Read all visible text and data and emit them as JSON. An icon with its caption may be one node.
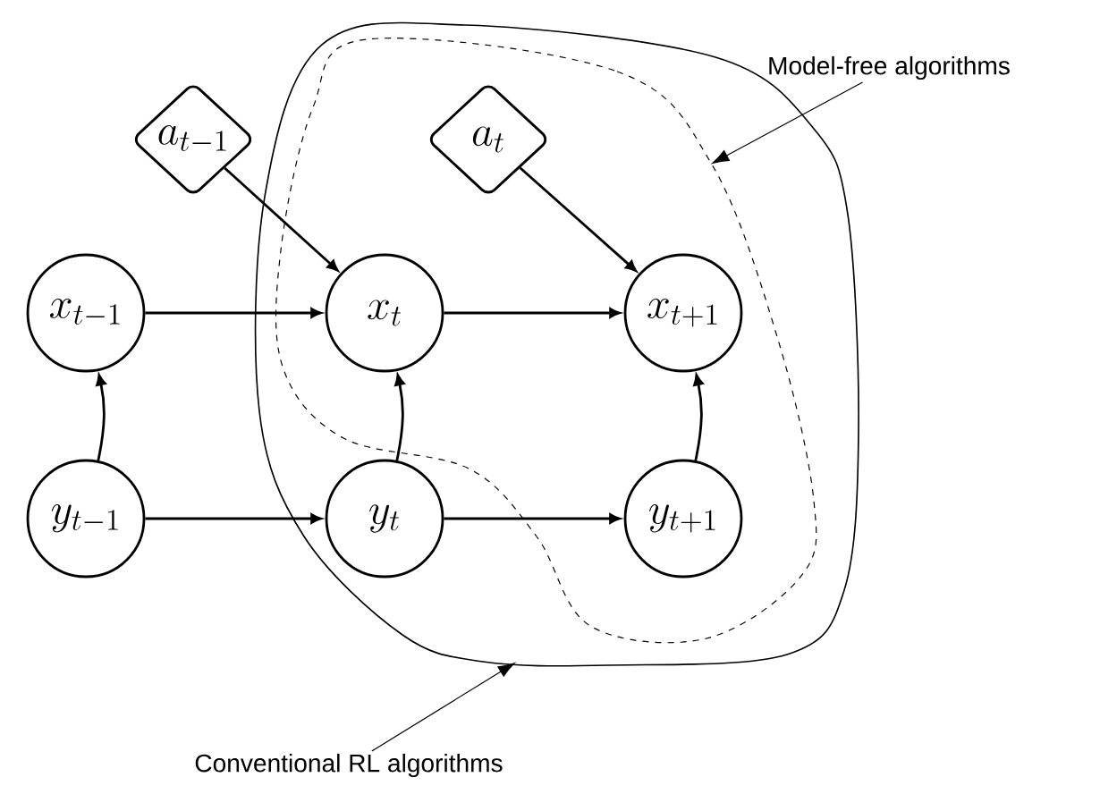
{
  "diagram": {
    "nodes": [
      {
        "text": [],
        "shape": "blob"
      },
      {
        "text": [],
        "shape": "blob",
        "in": 0
      },
      {
        "text": [
          "Model-free algorithms"
        ]
      },
      {
        "text": [
          "a_{t-1}"
        ]
      },
      {
        "text": [
          "a_t"
        ],
        "in": 1
      },
      {
        "text": [
          "x_{t-1}"
        ]
      },
      {
        "text": [
          "x_t"
        ],
        "in": 1
      },
      {
        "text": [
          "x_{t+1}"
        ],
        "in": 1
      },
      {
        "text": [
          "y_{t-1}"
        ]
      },
      {
        "text": [
          "y_t"
        ],
        "in": 0
      },
      {
        "text": [
          "y_{t+1}"
        ],
        "in": 1
      },
      {
        "text": [
          "Conventional RL algorithms"
        ]
      }
    ],
    "edges": [
      {
        "from": 3,
        "to": 6,
        "arrow": "to"
      },
      {
        "from": 4,
        "to": 7,
        "arrow": "to"
      },
      {
        "from": 5,
        "to": 6,
        "arrow": "to"
      },
      {
        "from": 6,
        "to": 7,
        "arrow": "to"
      },
      {
        "from": 8,
        "to": 5,
        "arrow": "to"
      },
      {
        "from": 9,
        "to": 6,
        "arrow": "to"
      },
      {
        "from": 10,
        "to": 7,
        "arrow": "to"
      },
      {
        "from": 8,
        "to": 9,
        "arrow": "to"
      },
      {
        "from": 9,
        "to": 10,
        "arrow": "to"
      },
      {
        "from": 2,
        "to": 1,
        "arrow": "to"
      },
      {
        "from": 11,
        "to": 0,
        "arrow": "to"
      }
    ]
  }
}
